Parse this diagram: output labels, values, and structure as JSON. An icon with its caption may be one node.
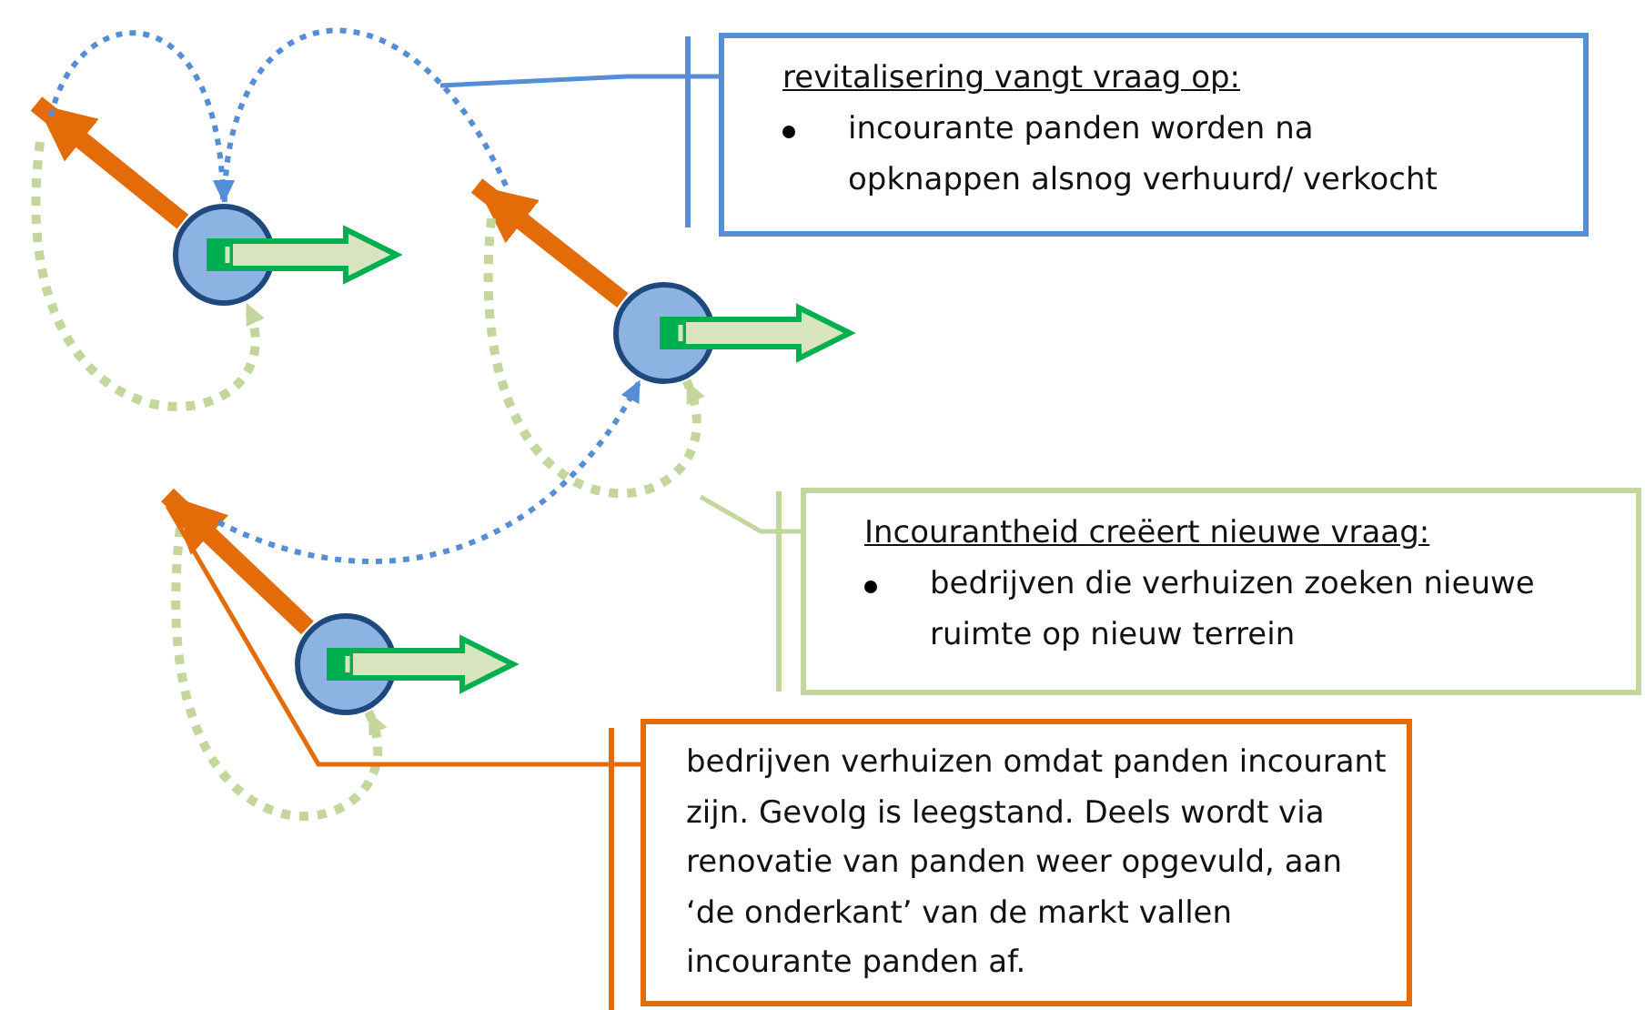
{
  "diagram": {
    "nodes": [
      {
        "text": [
          "revitalisering vangt vraag op:",
          "incourante panden worden na opknappen alsnog verhuurd/ verkocht"
        ]
      },
      {
        "text": [
          "Incourantheid creëert nieuwe vraag:",
          "bedrijven die verhuizen zoeken nieuwe ruimte op nieuw terrein"
        ]
      },
      {
        "text": [
          "bedrijven verhuizen omdat panden incourant zijn. Gevolg is leegstand. Deels wordt via renovatie van panden weer opgevuld, aan ‘de onderkant’ van de markt vallen incourante panden af."
        ]
      },
      {
        "text": [],
        "shape": "circle"
      },
      {
        "text": [],
        "shape": "circle"
      },
      {
        "text": [],
        "shape": "circle"
      }
    ],
    "edges": [
      {
        "from": 3,
        "to": null,
        "arrow": "to",
        "style": "thick",
        "color": "#e36c09"
      },
      {
        "from": 4,
        "to": null,
        "arrow": "to",
        "style": "thick",
        "color": "#e36c09"
      },
      {
        "from": 5,
        "to": null,
        "arrow": "to",
        "style": "thick",
        "color": "#e36c09"
      },
      {
        "from": null,
        "to": 3,
        "arrow": "to",
        "style": "dashed",
        "color": "#558ed5"
      },
      {
        "from": null,
        "to": 3,
        "arrow": "to",
        "style": "dashed",
        "color": "#558ed5"
      },
      {
        "from": null,
        "to": 4,
        "arrow": "to",
        "style": "dashed",
        "color": "#558ed5"
      },
      {
        "from": null,
        "to": 3,
        "arrow": "to",
        "style": "dashed",
        "color": "#c3d69b"
      },
      {
        "from": null,
        "to": 4,
        "arrow": "to",
        "style": "dashed",
        "color": "#c3d69b"
      },
      {
        "from": null,
        "to": 5,
        "arrow": "to",
        "style": "dashed",
        "color": "#c3d69b"
      },
      {
        "from": 0,
        "to": null,
        "arrow": "none",
        "color": "#558ed5"
      },
      {
        "from": 1,
        "to": null,
        "arrow": "none",
        "color": "#c3d69b"
      },
      {
        "from": 2,
        "to": null,
        "arrow": "none",
        "color": "#e36c09"
      },
      {
        "from": 3,
        "to": null,
        "arrow": "to",
        "style": "thick",
        "color": "#00b050"
      },
      {
        "from": 4,
        "to": null,
        "arrow": "to",
        "style": "thick",
        "color": "#00b050"
      },
      {
        "from": 5,
        "to": null,
        "arrow": "to",
        "style": "thick",
        "color": "#00b050"
      }
    ]
  }
}
